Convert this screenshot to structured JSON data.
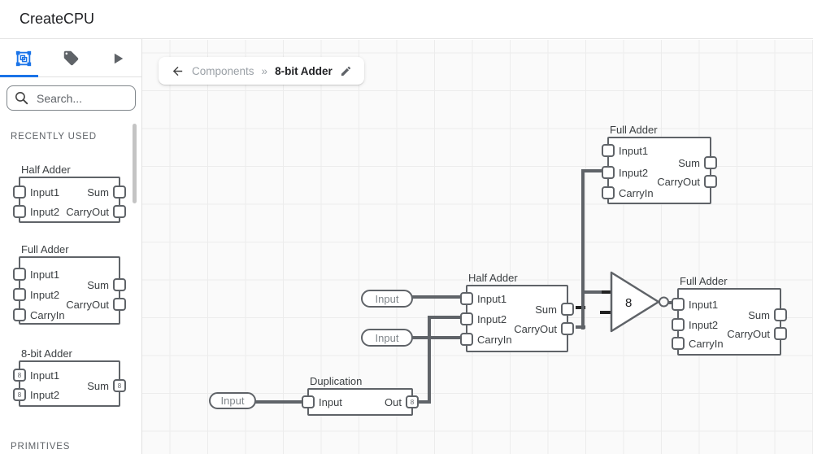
{
  "header": {
    "title": "CreateCPU"
  },
  "sidebar": {
    "tabs": [
      {
        "name": "components",
        "active": true
      },
      {
        "name": "tags",
        "active": false
      },
      {
        "name": "simulate",
        "active": false
      }
    ],
    "search_placeholder": "Search...",
    "recent_header": "RECENTLY USED",
    "primitives_header": "PRIMITIVES",
    "recent": [
      {
        "title": "Half Adder",
        "left": [
          {
            "label": "Input1"
          },
          {
            "label": "Input2"
          }
        ],
        "right": [
          {
            "label": "Sum"
          },
          {
            "label": "CarryOut"
          }
        ]
      },
      {
        "title": "Full Adder",
        "left": [
          {
            "label": "Input1"
          },
          {
            "label": "Input2"
          },
          {
            "label": "CarryIn"
          }
        ],
        "right": [
          {
            "label": "Sum"
          },
          {
            "label": "CarryOut"
          }
        ]
      },
      {
        "title": "8-bit Adder",
        "left": [
          {
            "label": "Input1",
            "badge": "8"
          },
          {
            "label": "Input2",
            "badge": "8"
          }
        ],
        "right": [
          {
            "label": "Sum",
            "badge": "8"
          }
        ]
      }
    ]
  },
  "breadcrumb": {
    "parent": "Components",
    "separator": "»",
    "current": "8-bit Adder"
  },
  "canvas": {
    "nodes": [
      {
        "title": "Full Adder",
        "left": [
          {
            "label": "Input1"
          },
          {
            "label": "Input2"
          },
          {
            "label": "CarryIn"
          }
        ],
        "right": [
          {
            "label": "Sum"
          },
          {
            "label": "CarryOut"
          }
        ]
      },
      {
        "title": "Half Adder",
        "left": [
          {
            "label": "Input1"
          },
          {
            "label": "Input2"
          },
          {
            "label": "CarryIn"
          }
        ],
        "right": [
          {
            "label": "Sum"
          },
          {
            "label": "CarryOut"
          }
        ]
      },
      {
        "title": "Full Adder",
        "left": [
          {
            "label": "Input1"
          },
          {
            "label": "Input2"
          },
          {
            "label": "CarryIn"
          }
        ],
        "right": [
          {
            "label": "Sum"
          },
          {
            "label": "CarryOut"
          }
        ]
      },
      {
        "title": "Duplication",
        "left": [
          {
            "label": "Input"
          }
        ],
        "right": [
          {
            "label": "Out",
            "badge": "8"
          }
        ]
      }
    ],
    "inputs": [
      {
        "label": "Input"
      },
      {
        "label": "Input"
      },
      {
        "label": "Input"
      }
    ],
    "gate": {
      "label": "8"
    }
  },
  "colors": {
    "accent": "#1a73e8",
    "wire": "#5f6368",
    "wire_dark": "#212121",
    "canvas_bg": "#fafafa",
    "grid": "#ececec"
  }
}
